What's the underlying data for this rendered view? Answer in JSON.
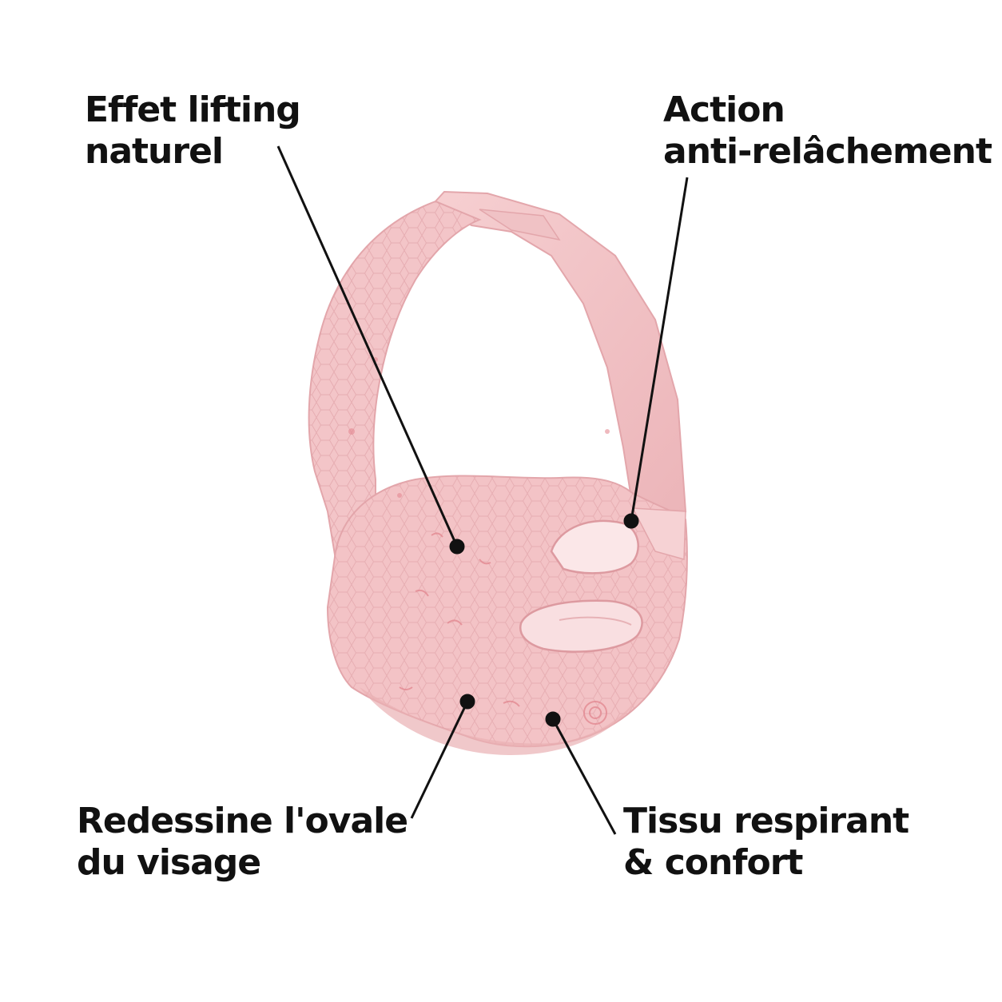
{
  "callouts": {
    "top_left": {
      "line1": "Effet lifting",
      "line2": "naturel"
    },
    "top_right": {
      "line1": "Action",
      "line2": "anti-relâchement"
    },
    "bottom_left": {
      "line1": "Redessine l'ovale",
      "line2": "du visage"
    },
    "bottom_right": {
      "line1": "Tissu respirant",
      "line2": "& confort"
    }
  },
  "colors": {
    "background": "#ffffff",
    "mask": "#f2c3c6",
    "mask_shadow": "#e7a9ad",
    "text": "#111111"
  },
  "image": {
    "subject": "pink-v-line-face-lifting-mask"
  }
}
